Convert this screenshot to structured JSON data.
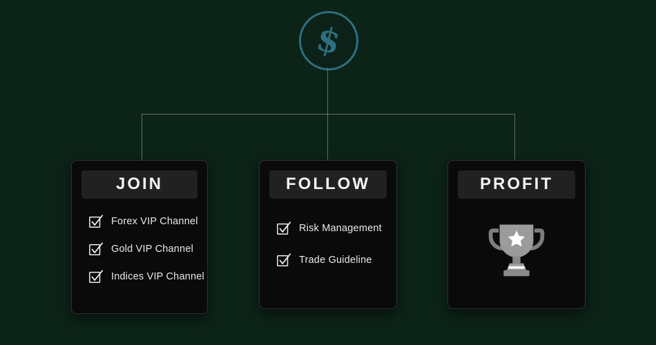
{
  "diagram": {
    "root": {
      "symbol": "$",
      "icon": "dollar-icon"
    },
    "cards": [
      {
        "title": "JOIN",
        "items": [
          "Forex VIP Channel",
          "Gold VIP Channel",
          "Indices VIP Channel"
        ]
      },
      {
        "title": "FOLLOW",
        "items": [
          "Risk Management",
          "Trade Guideline"
        ]
      },
      {
        "title": "PROFIT",
        "items": [],
        "icon": "trophy-icon"
      }
    ]
  },
  "colors": {
    "background": "#0c2318",
    "card_background": "#0a0a0a",
    "card_border": "#303030",
    "header_background": "#212121",
    "title_text": "#f2f2f2",
    "item_text": "#e9e9e9",
    "accent_teal": "#2e6f80",
    "connector_line": "#6e8176",
    "trophy_gray": "#9b9b9b"
  }
}
